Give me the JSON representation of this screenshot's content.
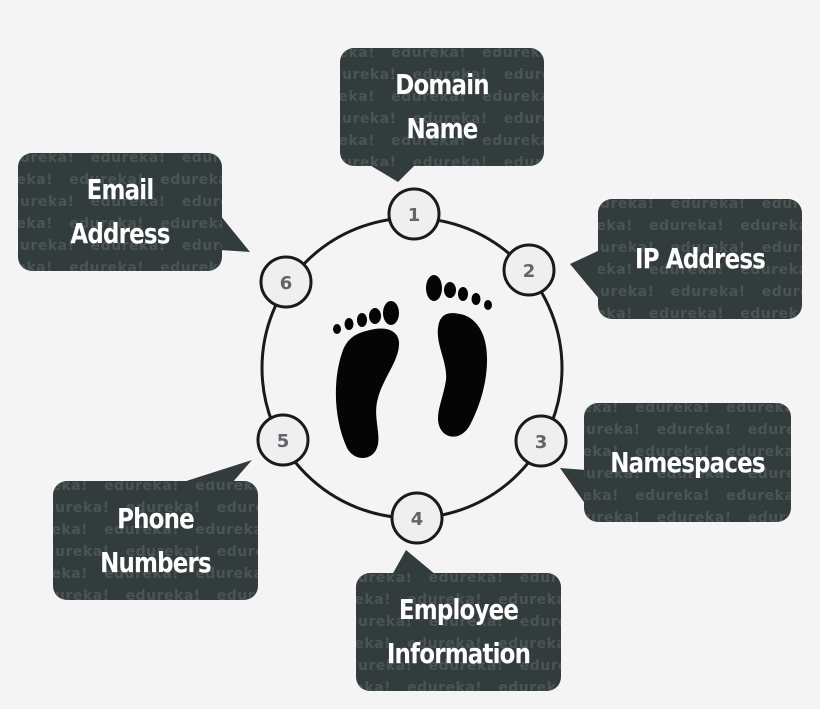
{
  "watermark_text": "edureka!",
  "center_icon": "footprints-icon",
  "colors": {
    "background": "#f4f4f4",
    "bubble": "#323c3d",
    "bubble_text": "#ffffff",
    "watermark": "#4a5455",
    "node_fill": "#efefef",
    "node_stroke": "#1a1a1a"
  },
  "nodes": [
    {
      "number": "1",
      "label": "Domain Name"
    },
    {
      "number": "2",
      "label": "IP Address"
    },
    {
      "number": "3",
      "label": "Namespaces"
    },
    {
      "number": "4",
      "label": "Employee\nInformation"
    },
    {
      "number": "5",
      "label": "Phone\nNumbers"
    },
    {
      "number": "6",
      "label": "Email Address"
    }
  ]
}
